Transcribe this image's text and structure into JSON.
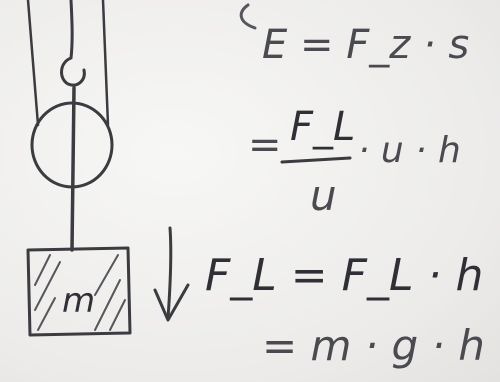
{
  "image": {
    "type": "handwritten whiteboard"
  },
  "equations": {
    "line1": "E = F_z · s",
    "line2_numerator": "F_L",
    "line2_denominator": "u",
    "line2_prefix": "=",
    "line2_tail": "· u · h",
    "line3": "F_L = F_L · h",
    "line4": "= m · g · h"
  },
  "diagram": {
    "mass_label": "m",
    "force_label": "F_L"
  },
  "colors": {
    "ink": "#3b3b40",
    "ink_light": "#56565c",
    "background": "#efefed"
  }
}
